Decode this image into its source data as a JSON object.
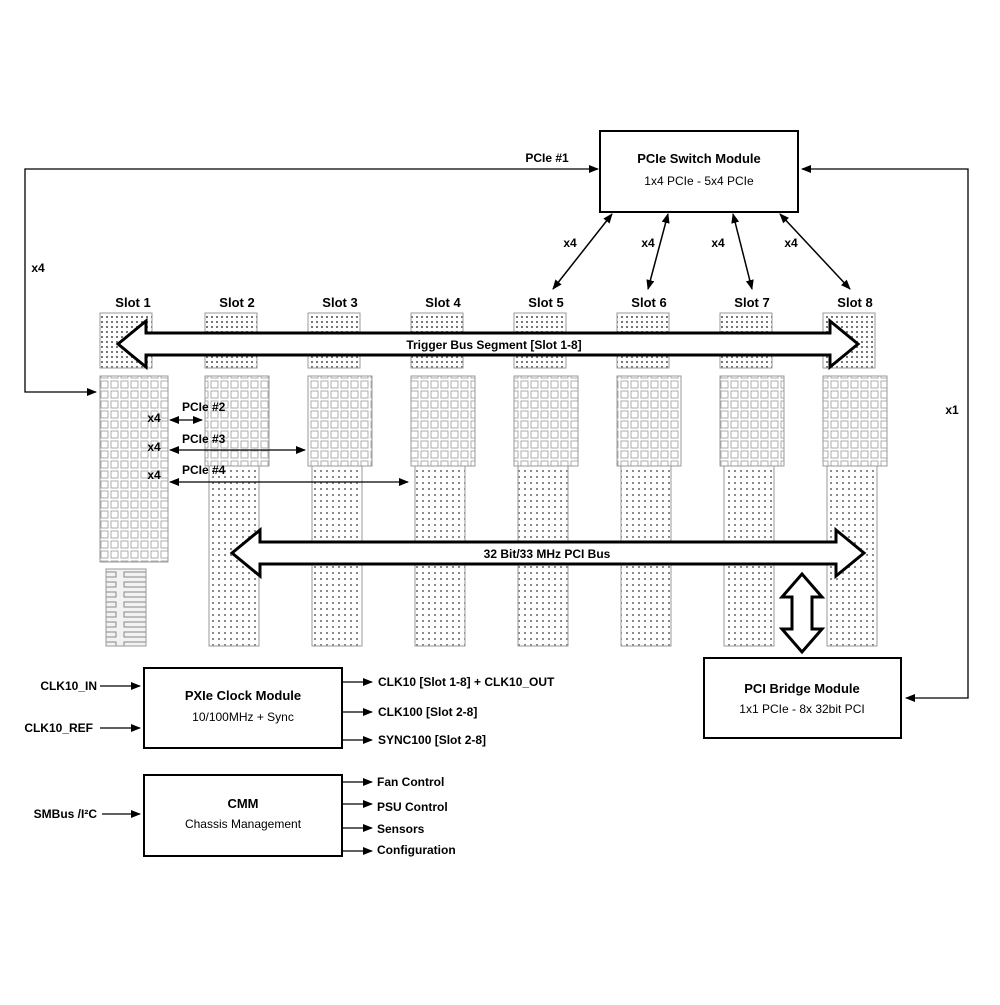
{
  "slots": [
    "Slot 1",
    "Slot 2",
    "Slot 3",
    "Slot 4",
    "Slot 5",
    "Slot 6",
    "Slot 7",
    "Slot 8"
  ],
  "switch_module": {
    "title": "PCIe Switch Module",
    "subtitle": "1x4 PCIe - 5x4 PCIe"
  },
  "bridge_module": {
    "title": "PCI Bridge Module",
    "subtitle": "1x1 PCIe - 8x 32bit PCI"
  },
  "clock_module": {
    "title": "PXIe Clock Module",
    "subtitle": "10/100MHz + Sync",
    "inputs": [
      "CLK10_IN",
      "CLK10_REF"
    ],
    "outputs": [
      "CLK10 [Slot 1-8] + CLK10_OUT",
      "CLK100 [Slot 2-8]",
      "SYNC100 [Slot 2-8]"
    ]
  },
  "cmm": {
    "title": "CMM",
    "subtitle": "Chassis Management",
    "input": "SMBus /I²C",
    "outputs": [
      "Fan Control",
      "PSU Control",
      "Sensors",
      "Configuration"
    ]
  },
  "links": {
    "pcie1": "PCIe #1",
    "pcie2": "PCIe #2",
    "pcie3": "PCIe #3",
    "pcie4": "PCIe #4",
    "x4": "x4",
    "x1": "x1"
  },
  "trigger_bus": "Trigger Bus Segment [Slot 1-8]",
  "pci_bus": "32 Bit/33 MHz PCI Bus"
}
